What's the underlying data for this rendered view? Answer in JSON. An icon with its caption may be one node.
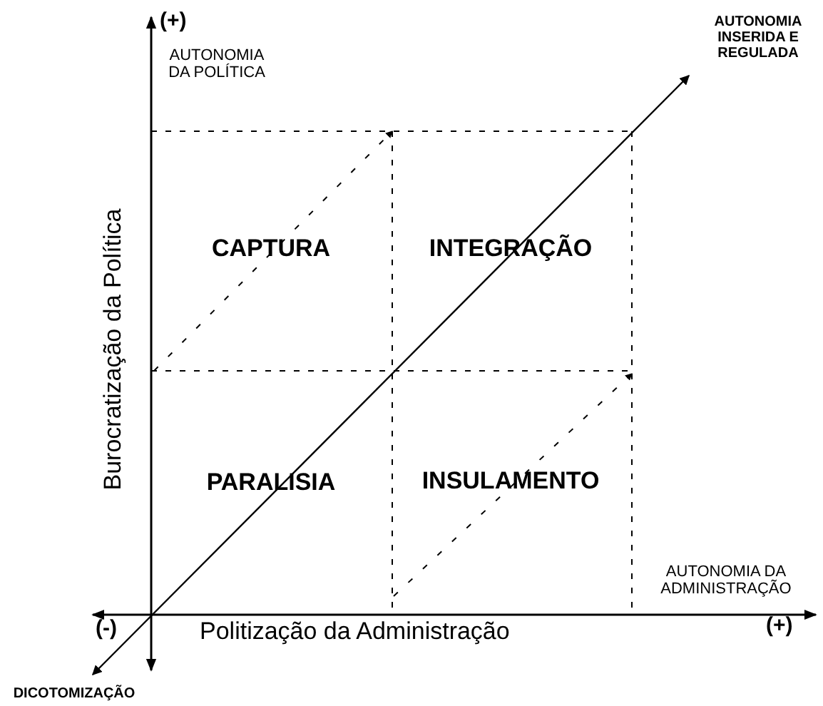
{
  "diagram": {
    "nodes": [
      {
        "text": [
          "DICOTOMIZAÇÃO"
        ]
      },
      {
        "text": [
          "AUTONOMIA INSERIDA E REGULADA"
        ]
      }
    ],
    "edges": [
      {
        "from": 0,
        "to": 1,
        "arrow": "both"
      }
    ],
    "labels": [
      "(+)",
      "AUTONOMIA DA POLÍTICA",
      "Burocratização da Política",
      "CAPTURA",
      "INTEGRAÇÃO",
      "PARALISIA",
      "INSULAMENTO",
      "AUTONOMIA DA ADMINISTRAÇÃO",
      "(-)",
      "Politização da Administração",
      "(+)"
    ]
  }
}
